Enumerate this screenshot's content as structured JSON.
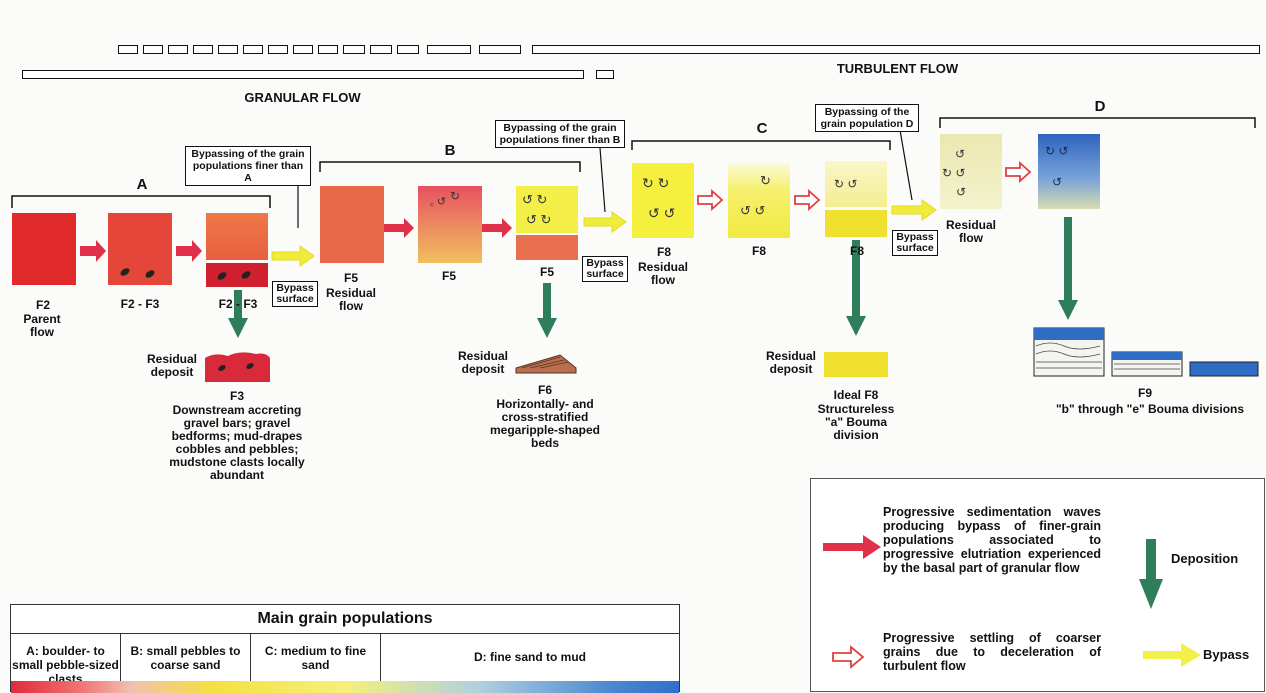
{
  "top": {
    "granular_flow": "GRANULAR FLOW",
    "turbulent_flow": "TURBULENT FLOW"
  },
  "groups": {
    "a": "A",
    "b": "B",
    "c": "C",
    "d": "D"
  },
  "notes": {
    "bypass_a": "Bypassing of the grain populations finer than A",
    "bypass_b": "Bypassing of the grain populations finer than B",
    "bypass_d": "Bypassing of the grain population D",
    "bypass_surface": "Bypass surface"
  },
  "labels": {
    "f2_parent": "F2",
    "parent_flow": "Parent flow",
    "f2_f3_a": "F2 - F3",
    "f2_f3_b": "F2 - F3",
    "f5_residual": "F5",
    "residual_flow": "Residual flow",
    "f5_b": "F5",
    "f5_c": "F5",
    "f8_residual": "F8",
    "residual_flow_c": "Residual flow",
    "f8_b": "F8",
    "f8_c": "F8",
    "residual_flow_d": "Residual flow",
    "residual_deposit": "Residual deposit",
    "f3": "F3",
    "f3_desc": "Downstream accreting gravel bars; gravel bedforms; mud-drapes cobbles and pebbles; mudstone clasts locally abundant",
    "f6": "F6",
    "f6_desc": "Horizontally- and cross-stratified megaripple-shaped beds",
    "ideal_f8": "Ideal F8",
    "f8_desc": "Structureless \"a\" Bouma division",
    "f9": "F9",
    "f9_desc": "\"b\" through \"e\" Bouma divisions"
  },
  "legend": {
    "red_arrow_text": "Progressive sedimentation waves producing bypass of finer-grain populations associated to progressive elutriation experienced by the basal part of granular flow",
    "deposition": "Deposition",
    "hollow_arrow_text": "Progressive settling of coarser grains due to deceleration of turbulent flow",
    "bypass": "Bypass"
  },
  "table": {
    "title": "Main grain populations",
    "cols": [
      "A: boulder- to small pebble-sized clasts",
      "B: small pebbles to coarse sand",
      "C: medium to fine sand",
      "D: fine sand to mud"
    ]
  },
  "colors": {
    "red_arrow": "#e0304a",
    "deposition_arrow": "#2e7d5b",
    "bypass_arrow": "#f3f04a",
    "hollow_arrow": "#e04040",
    "f2": "#e02a2a",
    "yellow_box": "#f6f04d",
    "blue": "#2f70c8"
  }
}
